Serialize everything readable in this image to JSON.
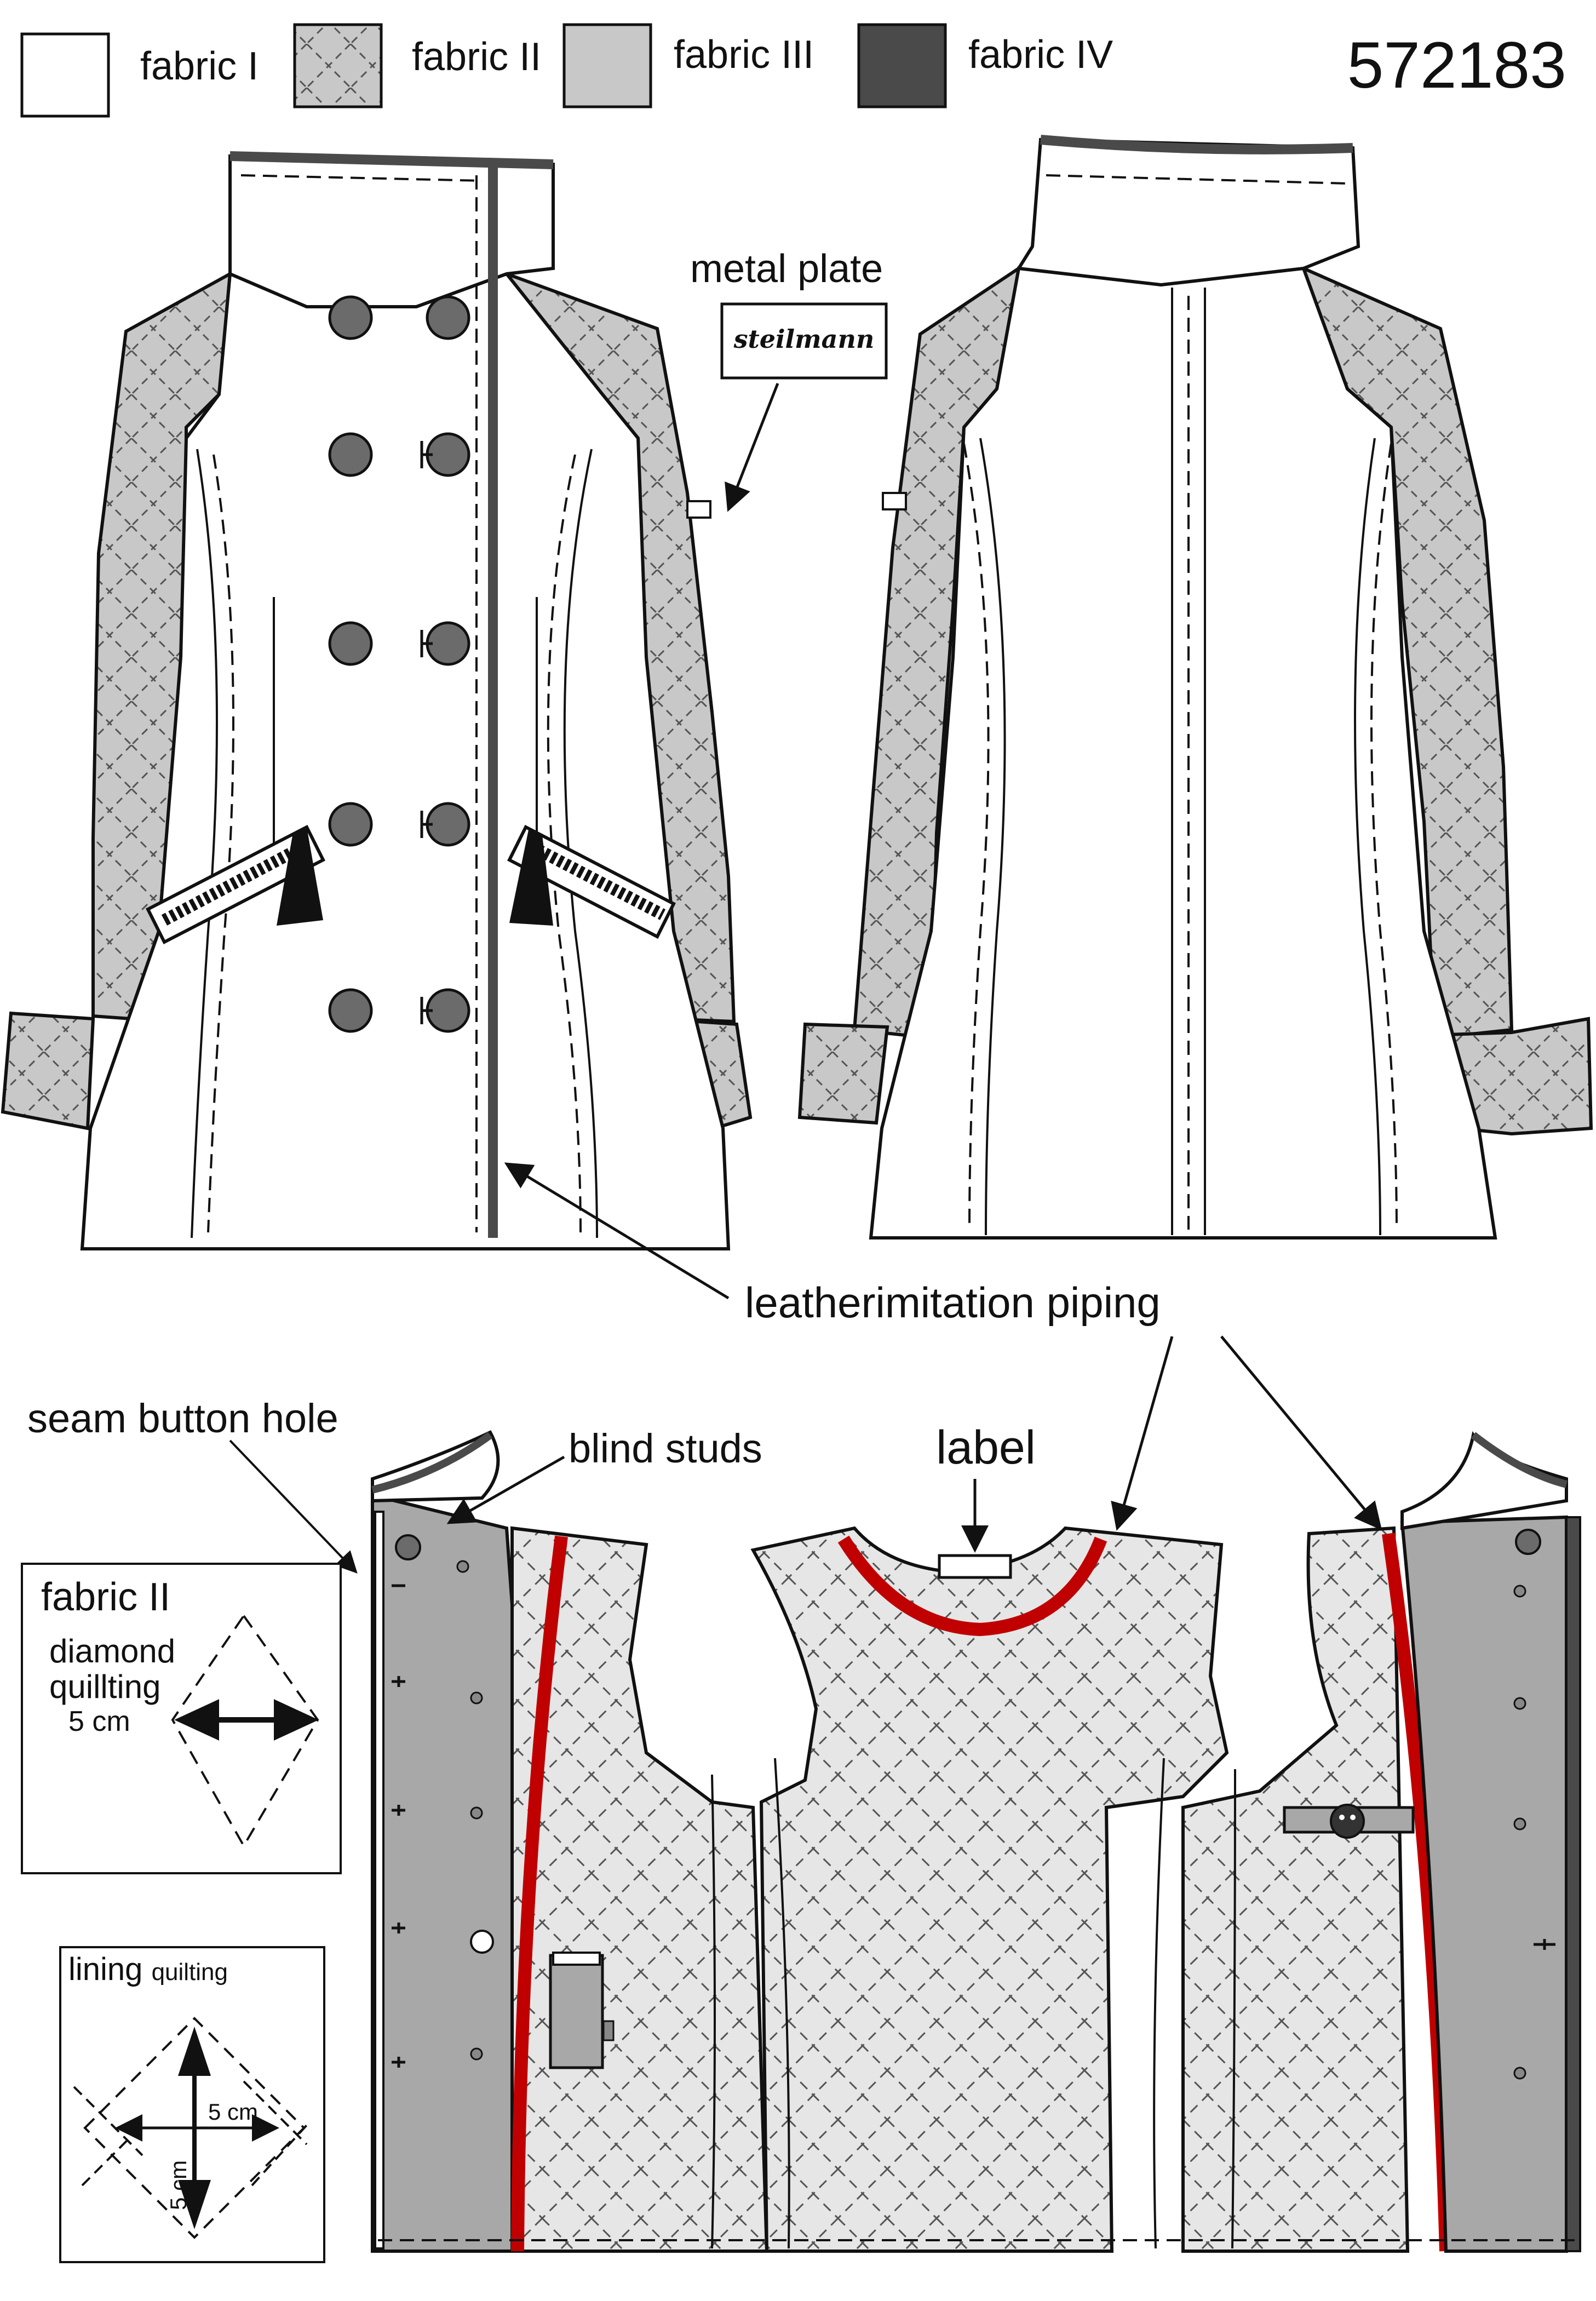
{
  "title": "572183",
  "legend": [
    {
      "label": "fabric I",
      "swatch": "plain",
      "color": "#ffffff"
    },
    {
      "label": "fabric II",
      "swatch": "quilted",
      "color": "#c8c8c8"
    },
    {
      "label": "fabric III",
      "swatch": "plain",
      "color": "#c8c8c8"
    },
    {
      "label": "fabric IV",
      "swatch": "plain",
      "color": "#4a4a4a"
    }
  ],
  "callouts": {
    "metal_plate": "metal plate",
    "plate_text": "steilmann",
    "piping": "leatherimitation piping",
    "seam_button_hole": "seam button hole",
    "blind_studs": "blind studs",
    "label": "label"
  },
  "quilting_boxes": {
    "fabric": {
      "title": "fabric II",
      "line1": "diamond",
      "line2": "quillting",
      "size": "5 cm"
    },
    "lining": {
      "title": "lining",
      "title_small": "quilting",
      "size_h": "5 cm",
      "size_v": "5 cm"
    }
  },
  "colors": {
    "piping_red": "#c00000",
    "button_gray": "#6b6b6b",
    "dark_gray": "#4a4a4a",
    "lining_light": "#e6e6e6",
    "facing_gray": "#a8a8a8",
    "sleeve_gray": "#c8c8c8"
  }
}
